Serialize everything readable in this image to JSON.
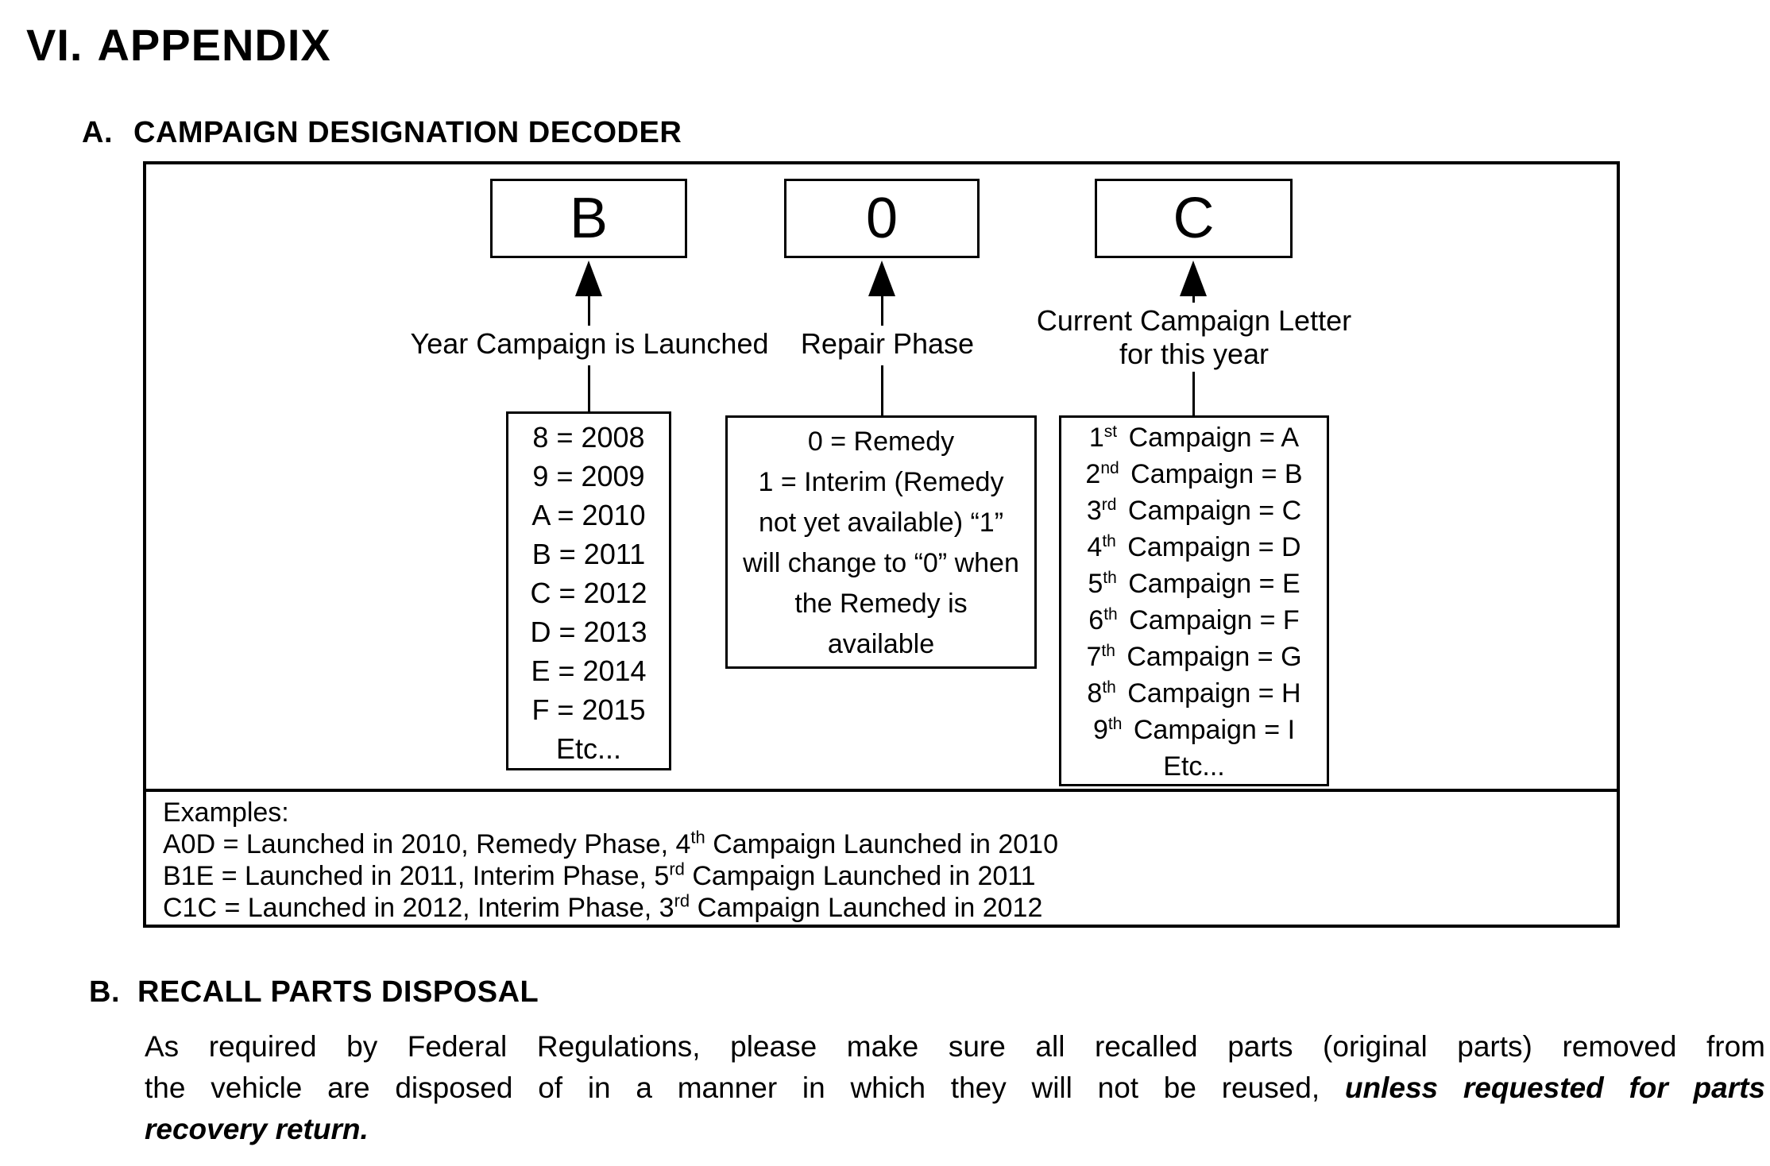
{
  "page": {
    "title_number": "VI.",
    "title": "APPENDIX"
  },
  "section_a": {
    "number": "A.",
    "heading": "CAMPAIGN DESIGNATION DECODER",
    "decoder": {
      "box_b": "B",
      "box_0": "0",
      "box_c": "C",
      "label_year": "Year Campaign is Launched",
      "label_repair": "Repair Phase",
      "label_current_1": "Current Campaign Letter",
      "label_current_2": "for this year",
      "year_legend": [
        "8 = 2008",
        "9 = 2009",
        "A = 2010",
        "B = 2011",
        "C = 2012",
        "D = 2013",
        "E = 2014",
        "F = 2015",
        "Etc..."
      ],
      "repair_legend": [
        "0 = Remedy",
        "1 = Interim (Remedy",
        "not yet available) “1”",
        "will change to “0” when",
        "the Remedy is",
        "available"
      ],
      "campaign_legend": [
        {
          "num": "1",
          "sup": "st",
          "rest": " Campaign = A"
        },
        {
          "num": "2",
          "sup": "nd",
          "rest": " Campaign = B"
        },
        {
          "num": "3",
          "sup": "rd",
          "rest": " Campaign = C"
        },
        {
          "num": "4",
          "sup": "th",
          "rest": " Campaign = D"
        },
        {
          "num": "5",
          "sup": "th",
          "rest": " Campaign = E"
        },
        {
          "num": "6",
          "sup": "th",
          "rest": " Campaign = F"
        },
        {
          "num": "7",
          "sup": "th",
          "rest": " Campaign = G"
        },
        {
          "num": "8",
          "sup": "th",
          "rest": " Campaign = H"
        },
        {
          "num": "9",
          "sup": "th",
          "rest": " Campaign = I"
        }
      ],
      "campaign_etc": "Etc..."
    },
    "examples": {
      "heading": "Examples:",
      "lines": [
        {
          "pre": "A0D = Launched in 2010, Remedy Phase, 4",
          "sup": "th",
          "post": " Campaign Launched in 2010"
        },
        {
          "pre": "B1E = Launched in 2011, Interim Phase, 5",
          "sup": "rd",
          "post": " Campaign Launched in 2011"
        },
        {
          "pre": "C1C = Launched in 2012, Interim Phase, 3",
          "sup": "rd",
          "post": " Campaign Launched in 2012"
        }
      ]
    }
  },
  "section_b": {
    "number": "B.",
    "heading": "RECALL PARTS DISPOSAL",
    "para_line1": "As required by Federal Regulations, please make sure all recalled parts (original parts) removed from",
    "para_line2_normal": "the vehicle are disposed of in a manner in which they will not be reused, ",
    "para_line2_emph": "unless requested for parts",
    "para_line3_emph": "recovery return."
  }
}
